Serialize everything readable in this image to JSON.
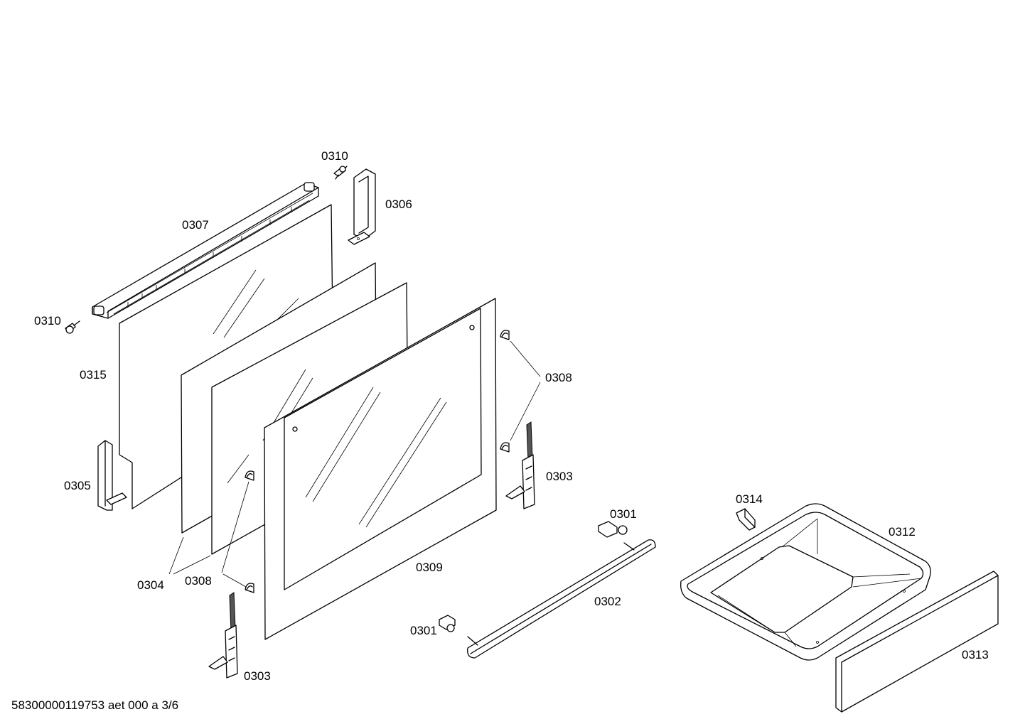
{
  "labels": {
    "p0310_top": "0310",
    "p0306": "0306",
    "p0307": "0307",
    "p0310_left": "0310",
    "p0315": "0315",
    "p0308_right": "0308",
    "p0305": "0305",
    "p0303_right": "0303",
    "p0314": "0314",
    "p0301_right": "0301",
    "p0312": "0312",
    "p0309": "0309",
    "p0304": "0304",
    "p0308_left": "0308",
    "p0302": "0302",
    "p0301_left": "0301",
    "p0313": "0313",
    "p0303_left": "0303"
  },
  "footer": "58300000119753 aet 000 a 3/6"
}
